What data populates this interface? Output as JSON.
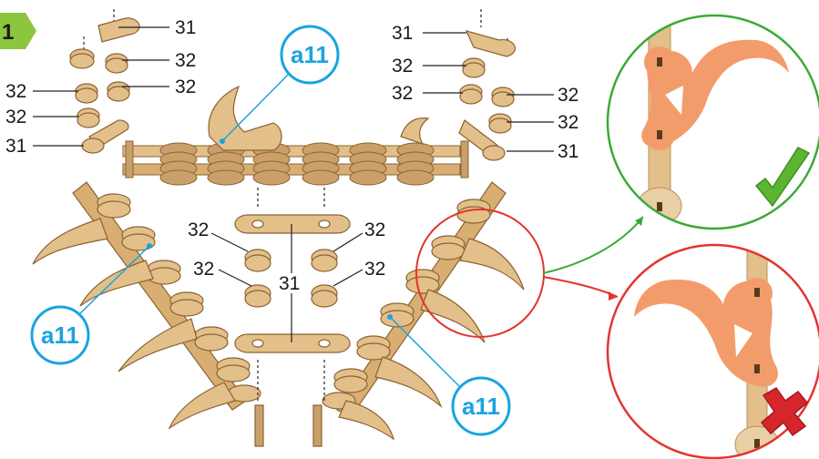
{
  "step": {
    "number": "1",
    "badge_color": "#8cc63f"
  },
  "part_labels": {
    "l1": "31",
    "l2": "32",
    "l3": "32",
    "l4": "32",
    "l5": "32",
    "l6": "31",
    "r1": "31",
    "r2": "32",
    "r3": "32",
    "r4": "32",
    "r5": "32",
    "r6": "31",
    "c1": "32",
    "c2": "32",
    "c3": "32",
    "c4": "32",
    "c5": "31"
  },
  "callouts": {
    "top": "a11",
    "left": "a11",
    "right": "a11"
  },
  "colors": {
    "wood": "#e3bf8a",
    "wood_dark": "#a77a45",
    "wood_edge": "#8b6234",
    "part_highlight": "#f39c6b",
    "callout_blue": "#1aa3e0",
    "correct_green": "#3aaa35",
    "wrong_red": "#e3342f"
  },
  "icons": {
    "correct": "check-icon",
    "wrong": "cross-icon"
  }
}
